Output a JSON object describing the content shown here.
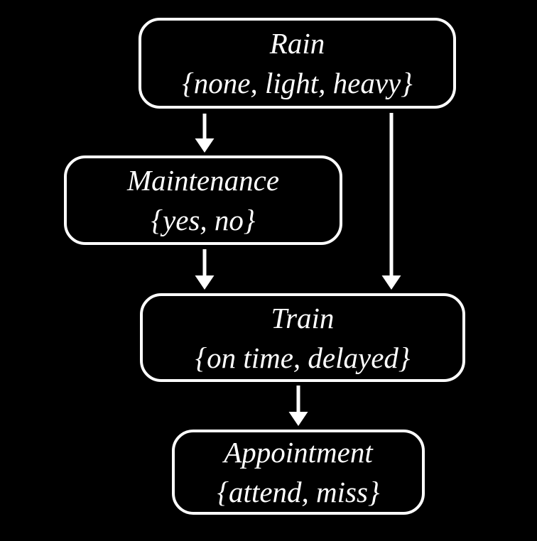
{
  "diagram": {
    "type": "bayesian-network",
    "colors": {
      "background": "#000000",
      "node_border": "#ffffff",
      "node_fill": "#000000",
      "text": "#ffffff",
      "arrow": "#ffffff"
    },
    "nodes": {
      "rain": {
        "label": "Rain",
        "domain": "{none, light, heavy}"
      },
      "maintenance": {
        "label": "Maintenance",
        "domain": "{yes, no}"
      },
      "train": {
        "label": "Train",
        "domain": "{on time, delayed}"
      },
      "appointment": {
        "label": "Appointment",
        "domain": "{attend, miss}"
      }
    },
    "edges": [
      {
        "from": "Rain",
        "to": "Maintenance"
      },
      {
        "from": "Rain",
        "to": "Train"
      },
      {
        "from": "Maintenance",
        "to": "Train"
      },
      {
        "from": "Train",
        "to": "Appointment"
      }
    ]
  }
}
